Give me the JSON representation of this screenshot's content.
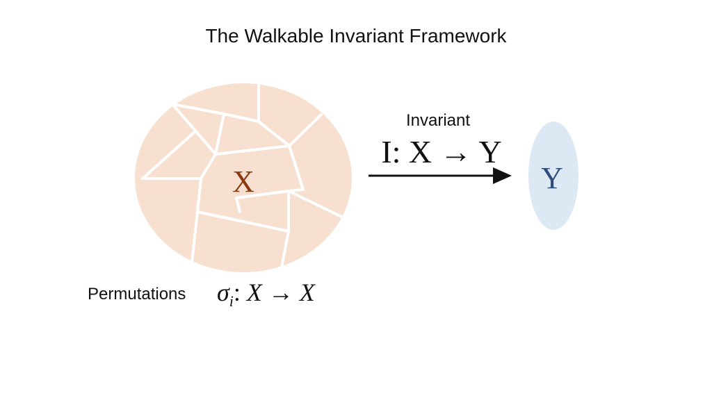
{
  "title": "The Walkable Invariant Framework",
  "domain_set": {
    "label": "X",
    "color": "#f8e0d0",
    "label_color": "#8b3a0f"
  },
  "codomain_set": {
    "label": "Y",
    "color": "#dde8f5",
    "label_color": "#2f4f7a"
  },
  "invariant": {
    "caption": "Invariant",
    "map": "I: X → Y"
  },
  "permutations": {
    "label": "Permutations",
    "symbol": "σ",
    "subscript": "i",
    "colon": ":",
    "domain": "X",
    "arrow": "→",
    "codomain": "X"
  }
}
